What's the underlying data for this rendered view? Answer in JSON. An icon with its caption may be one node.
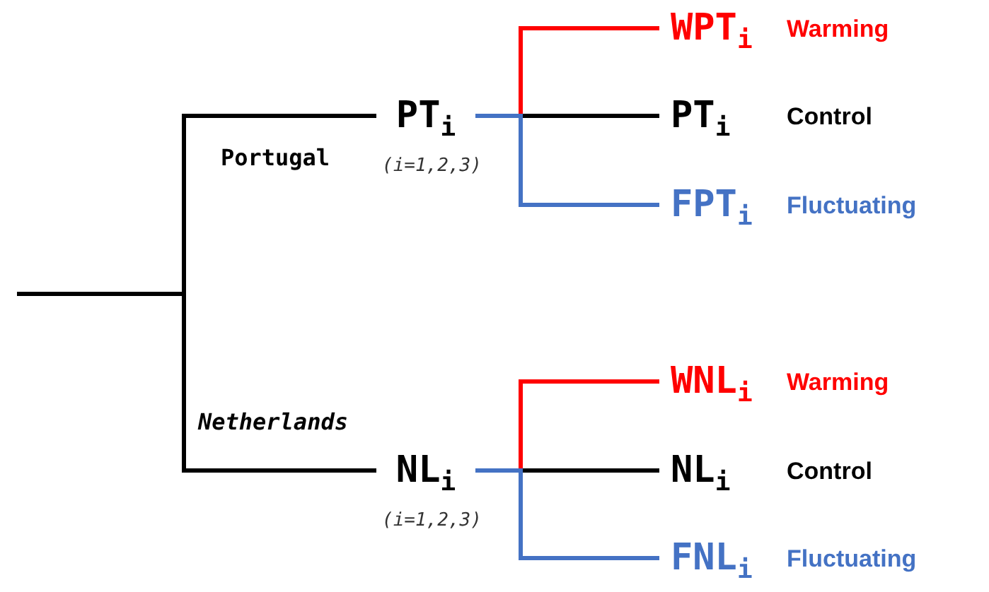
{
  "diagram": {
    "nodes": [
      {
        "text": [
          "PT$_{i}$"
        ],
        "beside": [
          "(i=1,2,3)"
        ]
      },
      {
        "text": [
          "NL$_{i}$"
        ],
        "beside": [
          "(i=1,2,3)"
        ]
      },
      {
        "text": [
          "WPT$_{i}$"
        ],
        "beside": [
          "Warming"
        ]
      },
      {
        "text": [
          "PT$_{i}$"
        ],
        "beside": [
          "Control"
        ]
      },
      {
        "text": [
          "FPT$_{i}$"
        ],
        "beside": [
          "Fluctuating"
        ]
      },
      {
        "text": [
          "WNL$_{i}$"
        ],
        "beside": [
          "Warming"
        ]
      },
      {
        "text": [
          "NL$_{i}$"
        ],
        "beside": [
          "Control"
        ]
      },
      {
        "text": [
          "FNL$_{i}$"
        ],
        "beside": [
          "Fluctuating"
        ]
      }
    ],
    "edges": [
      {
        "from": null,
        "to": 0,
        "arrow": "none",
        "label": "Portugal"
      },
      {
        "from": null,
        "to": 1,
        "arrow": "none",
        "label": "Netherlands"
      },
      {
        "from": 0,
        "to": 2,
        "arrow": "none",
        "color": "#ff0000"
      },
      {
        "from": 0,
        "to": 3,
        "arrow": "none"
      },
      {
        "from": 0,
        "to": 4,
        "arrow": "none",
        "color": "#4472c4"
      },
      {
        "from": 1,
        "to": 5,
        "arrow": "none",
        "color": "#ff0000"
      },
      {
        "from": 1,
        "to": 6,
        "arrow": "none"
      },
      {
        "from": 1,
        "to": 7,
        "arrow": "none",
        "color": "#4472c4"
      }
    ]
  }
}
